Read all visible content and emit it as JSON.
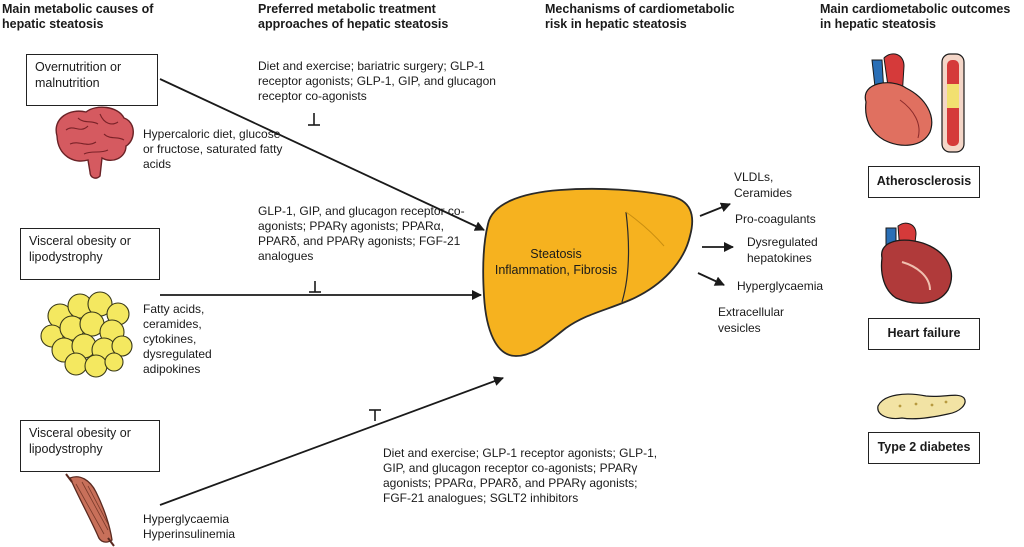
{
  "headers": {
    "causes": "Main metabolic causes of hepatic steatosis",
    "treatment": "Preferred metabolic treatment approaches of hepatic steatosis",
    "mechanisms": "Mechanisms of cardiometabolic risk in hepatic steatosis",
    "outcomes": "Main cardiometabolic outcomes in hepatic steatosis"
  },
  "causes": [
    {
      "box": "Overnutrition or malnutrition",
      "detail": "Hypercaloric diet, glucose or fructose, saturated fatty acids",
      "icon": "brain-icon"
    },
    {
      "box": "Visceral obesity or lipodystrophy",
      "detail": "Fatty acids, ceramides, cytokines, dysregulated adipokines",
      "icon": "adipose-tissue-icon"
    },
    {
      "box": "Visceral obesity or lipodystrophy",
      "detail": "Hyperglycaemia Hyperinsulinemia",
      "icon": "muscle-icon"
    }
  ],
  "treatments": [
    "Diet and exercise; bariatric surgery; GLP-1 receptor agonists; GLP-1, GIP, and glucagon receptor co-agonists",
    "GLP-1, GIP, and glucagon receptor co-agonists; PPARγ agonists; PPARα, PPARδ, and PPARγ agonists; FGF-21 analogues",
    "Diet and exercise; GLP-1 receptor agonists; GLP-1, GIP, and glucagon receptor co-agonists; PPARγ agonists; PPARα, PPARδ, and PPARγ agonists; FGF-21 analogues; SGLT2 inhibitors"
  ],
  "liver": {
    "line1": "Steatosis",
    "line2": "Inflammation, Fibrosis",
    "color": "#f6b21f"
  },
  "mechanisms": [
    "VLDLs,",
    "Ceramides",
    "Pro-coagulants",
    "Dysregulated",
    "hepatokines",
    "Hyperglycaemia",
    "Extracellular",
    "vesicles"
  ],
  "outcomes": [
    {
      "label": "Atherosclerosis",
      "icon": "heart-artery-icon"
    },
    {
      "label": "Heart failure",
      "icon": "heart-failure-icon"
    },
    {
      "label": "Type 2 diabetes",
      "icon": "pancreas-icon"
    }
  ]
}
